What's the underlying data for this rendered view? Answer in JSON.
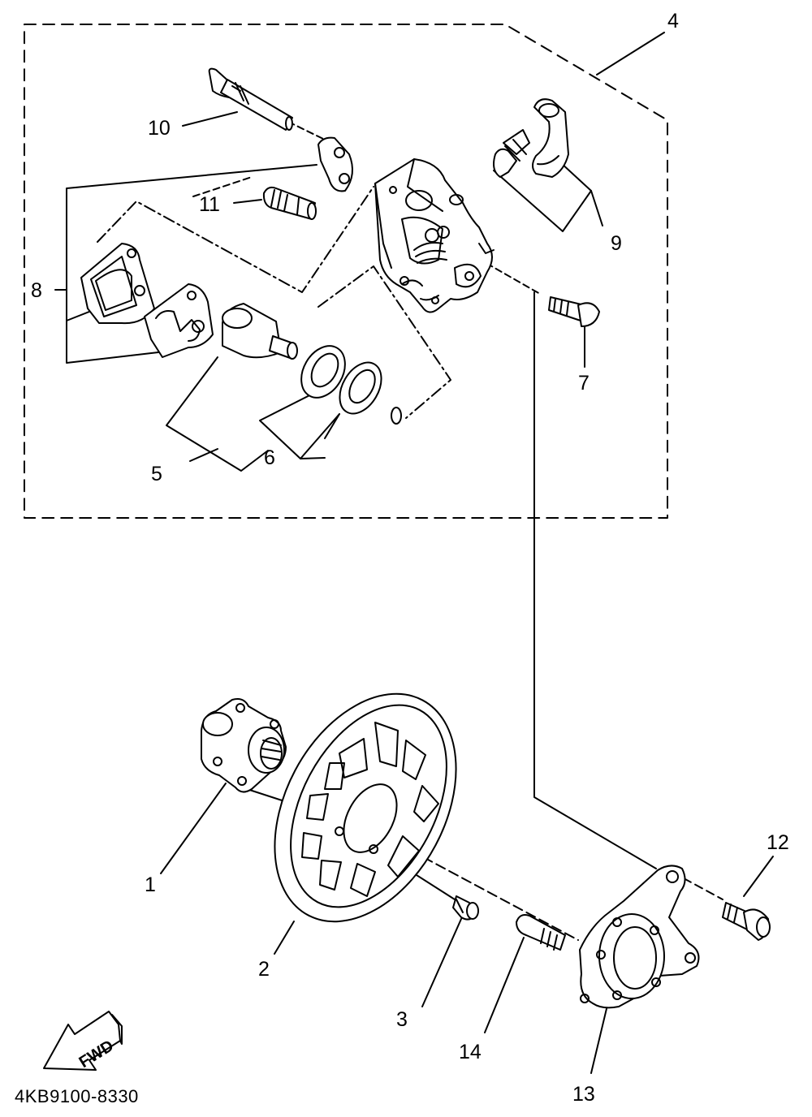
{
  "diagram_code": "4KB9100-8330",
  "fwd_label": "FWD",
  "callouts": {
    "c1": "1",
    "c2": "2",
    "c3": "3",
    "c4": "4",
    "c5": "5",
    "c6": "6",
    "c7": "7",
    "c8": "8",
    "c9": "9",
    "c10": "10",
    "c11": "11",
    "c12": "12",
    "c13": "13",
    "c14": "14"
  }
}
